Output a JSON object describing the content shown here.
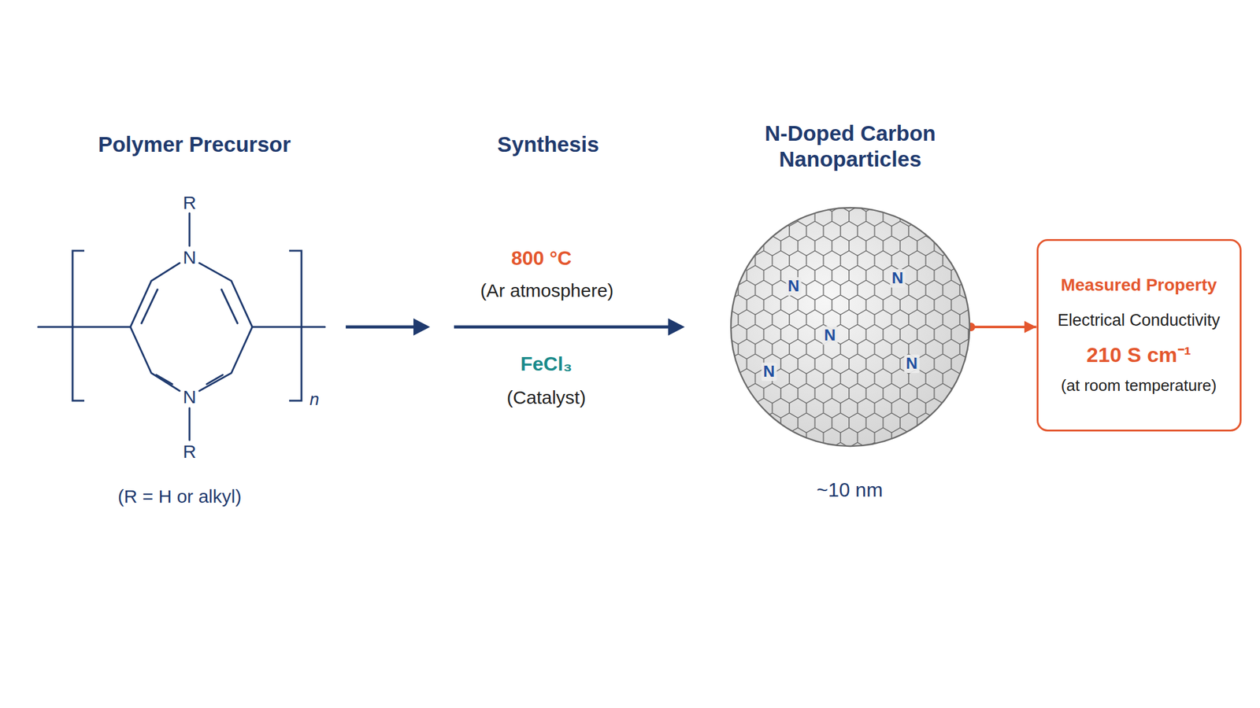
{
  "diagram": {
    "nodes": [
      {
        "text": [
          "N-Doped Carbon Nanoparticles"
        ]
      },
      {
        "text": [
          "Measured Property",
          "Electrical Conductivity",
          "210 S cm⁻¹",
          "(at room temperature)"
        ]
      }
    ],
    "edges": [
      {
        "from": 0,
        "to": 1,
        "arrow": "to"
      }
    ],
    "labels": [
      "Polymer Precursor",
      "R",
      "N",
      "N",
      "R",
      "n",
      "(R = H or alkyl)",
      "Synthesis",
      "800 °C",
      "(Ar atmosphere)",
      "FeCl₃",
      "(Catalyst)",
      "N",
      "N",
      "N",
      "N",
      "N",
      "~10 nm"
    ]
  }
}
